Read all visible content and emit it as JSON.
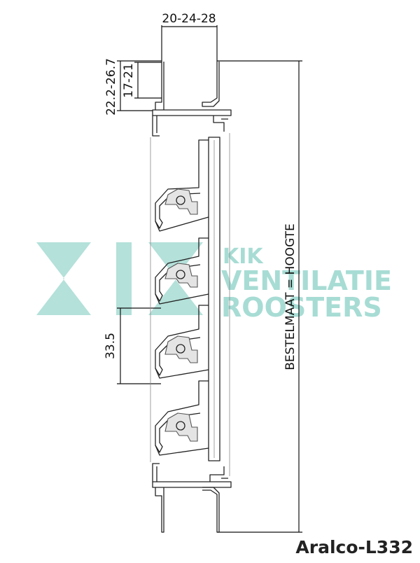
{
  "dimensions": {
    "top_width": "20-24-28",
    "outer_height": "22.2-26.7",
    "inner_height": "17-21",
    "blade_pitch": "33.5",
    "total_height": "BESTELMAAT = HOOGTE"
  },
  "watermark": {
    "brand_small": "KIK",
    "line1": "VENTILATIE",
    "line2": "ROOSTERS",
    "color": "#9fd9d0"
  },
  "model_label": "Aralco-L332"
}
